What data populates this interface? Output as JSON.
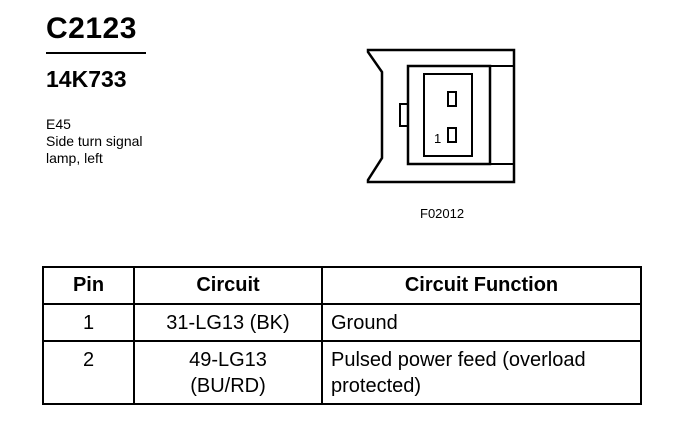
{
  "header": {
    "connector_id": "C2123",
    "part_number": "14K733",
    "description_lines": [
      "E45",
      "Side turn signal",
      "lamp, left"
    ]
  },
  "figure": {
    "pin_label": "1",
    "figure_id": "F02012"
  },
  "pin_table": {
    "headers": [
      "Pin",
      "Circuit",
      "Circuit Function"
    ],
    "rows": [
      {
        "pin": "1",
        "circuit_lines": [
          "31-LG13 (BK)"
        ],
        "function_lines": [
          "Ground"
        ]
      },
      {
        "pin": "2",
        "circuit_lines": [
          "49-LG13",
          "(BU/RD)"
        ],
        "function_lines": [
          "Pulsed power feed (overload",
          "protected)"
        ]
      }
    ]
  }
}
